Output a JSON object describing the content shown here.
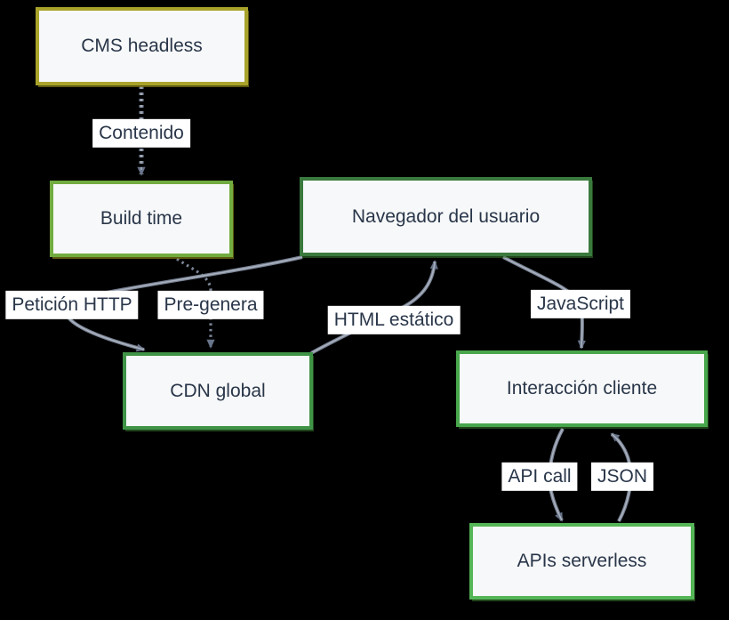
{
  "colors": {
    "background": "#000000",
    "node_fill": "#f7f8f9",
    "node_text": "#293649",
    "edge": "#7b8597",
    "edge_light": "#abb2be",
    "edge_dark": "#68748a",
    "label_bg": "#ffffff"
  },
  "nodes": [
    {
      "id": "cms",
      "label": "CMS headless",
      "border": "#a9a32b"
    },
    {
      "id": "build",
      "label": "Build time",
      "border": "#72ac40"
    },
    {
      "id": "navegador",
      "label": "Navegador del usuario",
      "border": "#3a7a3e"
    },
    {
      "id": "cdn",
      "label": "CDN global",
      "border": "#3f9346"
    },
    {
      "id": "interaccion",
      "label": "Interacción cliente",
      "border": "#48a64c"
    },
    {
      "id": "apis",
      "label": "APIs serverless",
      "border": "#55b657"
    }
  ],
  "edges": [
    {
      "from": "cms",
      "to": "build",
      "label": "Contenido",
      "style": "dotted"
    },
    {
      "from": "build",
      "to": "cdn",
      "label": "Pre-genera",
      "style": "dotted"
    },
    {
      "from": "navegador",
      "to": "cdn",
      "label": "Petición HTTP",
      "style": "solid"
    },
    {
      "from": "cdn",
      "to": "navegador",
      "label": "HTML estático",
      "style": "solid"
    },
    {
      "from": "navegador",
      "to": "interaccion",
      "label": "JavaScript",
      "style": "solid"
    },
    {
      "from": "interaccion",
      "to": "apis",
      "label": "API call",
      "style": "solid"
    },
    {
      "from": "apis",
      "to": "interaccion",
      "label": "JSON",
      "style": "solid"
    }
  ]
}
